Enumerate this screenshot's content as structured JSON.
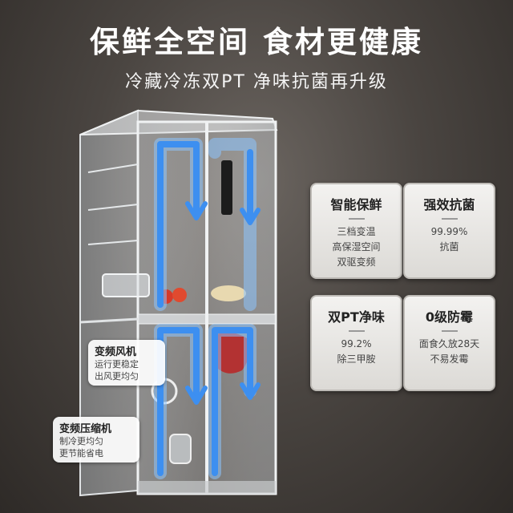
{
  "headline": "保鲜全空间 食材更健康",
  "subline": "冷藏冷冻双PT 净味抗菌再升级",
  "cards": [
    {
      "title": "智能保鲜",
      "lines": [
        "三档变温",
        "高保湿空间",
        "双驱变频"
      ]
    },
    {
      "title": "强效抗菌",
      "lines": [
        "99.99%",
        "抗菌"
      ]
    },
    {
      "title": "双PT净味",
      "lines": [
        "99.2%",
        "除三甲胺"
      ]
    },
    {
      "title": "0级防霉",
      "lines": [
        "面食久放28天",
        "不易发霉"
      ]
    }
  ],
  "callouts": [
    {
      "title": "变频风机",
      "lines": [
        "运行更稳定",
        "出风更均匀"
      ]
    },
    {
      "title": "变频压缩机",
      "lines": [
        "制冷更均匀",
        "更节能省电"
      ]
    }
  ],
  "colors": {
    "airflow": "#3d8ff0",
    "airflow_glow": "#8cc4ff",
    "card_bg": "#ebe9e6"
  }
}
